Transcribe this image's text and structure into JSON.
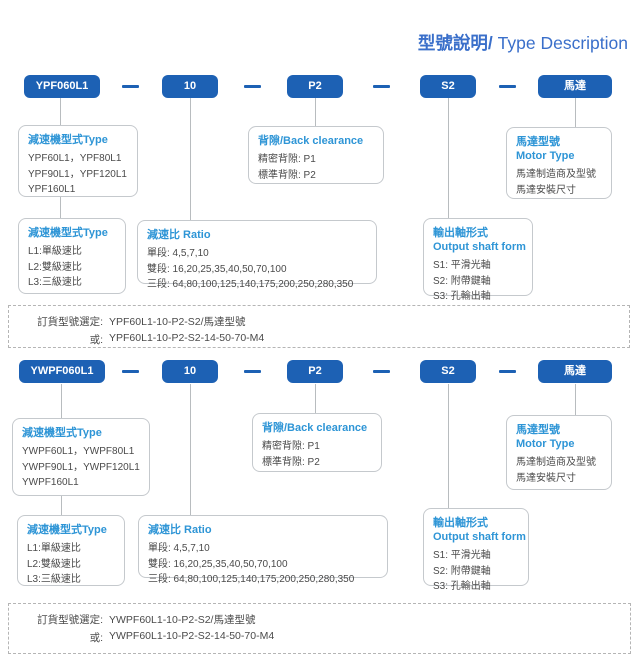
{
  "title": {
    "zh": "型號說明/",
    "en": " Type Description"
  },
  "colors": {
    "pill_blue": "#1d61b4",
    "box_heading_blue": "#2e95d6",
    "title_blue": "#3a6fca",
    "body_text": "#4a4a4a"
  },
  "diagram_ypf": {
    "code": [
      "YPF060L1",
      "10",
      "P2",
      "S2",
      "馬達"
    ],
    "type_box": {
      "heading": "減速機型式Type",
      "line1": "YPF60L1，YPF80L1",
      "line2": "YPF90L1，YPF120L1",
      "line3": "YPF160L1"
    },
    "clearance_box": {
      "heading": "背隙/Back clearance",
      "line1": "精密背隙: P1",
      "line2": "標準背隙: P2"
    },
    "motor_box": {
      "heading_zh": "馬達型號",
      "heading_en": "Motor Type",
      "line1": "馬達制造商及型號",
      "line2": "馬達安裝尺寸"
    },
    "stage_box": {
      "heading": "減速機型式Type",
      "line1": "L1:單級速比",
      "line2": "L2:雙級速比",
      "line3": "L3:三級速比"
    },
    "ratio_box": {
      "heading": "減速比 Ratio",
      "line1": "單段: 4,5,7,10",
      "line2": "雙段: 16,20,25,35,40,50,70,100",
      "line3": "三段: 64,80,100,125,140,175,200,250,280,350"
    },
    "shaft_box": {
      "heading_zh": "輸出軸形式",
      "heading_en": "Output shaft form",
      "line1": "S1: 平滑光軸",
      "line2": "S2: 附帶鍵軸",
      "line3": "S3: 孔輸出軸"
    },
    "order_note": {
      "label1": "訂貨型號選定:",
      "value1": "YPF60L1-10-P2-S2/馬達型號",
      "label2": "或:",
      "value2": "YPF60L1-10-P2-S2-14-50-70-M4"
    }
  },
  "diagram_ywpf": {
    "code": [
      "YWPF060L1",
      "10",
      "P2",
      "S2",
      "馬達"
    ],
    "type_box": {
      "heading": "減速機型式Type",
      "line1": "YWPF60L1，YWPF80L1",
      "line2": "YWPF90L1，YWPF120L1",
      "line3": "YWPF160L1"
    },
    "clearance_box": {
      "heading": "背隙/Back clearance",
      "line1": "精密背隙: P1",
      "line2": "標準背隙: P2"
    },
    "motor_box": {
      "heading_zh": "馬達型號",
      "heading_en": "Motor Type",
      "line1": "馬達制造商及型號",
      "line2": "馬達安裝尺寸"
    },
    "stage_box": {
      "heading": "減速機型式Type",
      "line1": "L1:單級速比",
      "line2": "L2:雙級速比",
      "line3": "L3:三級速比"
    },
    "ratio_box": {
      "heading": "減速比 Ratio",
      "line1": "單段: 4,5,7,10",
      "line2": "雙段: 16,20,25,35,40,50,70,100",
      "line3": "三段: 64,80,100,125,140,175,200,250,280,350"
    },
    "shaft_box": {
      "heading_zh": "輸出軸形式",
      "heading_en": "Output shaft form",
      "line1": "S1: 平滑光軸",
      "line2": "S2: 附帶鍵軸",
      "line3": "S3: 孔輸出軸"
    },
    "order_note": {
      "label1": "訂貨型號選定:",
      "value1": "YWPF60L1-10-P2-S2/馬達型號",
      "label2": "或:",
      "value2": "YWPF60L1-10-P2-S2-14-50-70-M4"
    }
  }
}
